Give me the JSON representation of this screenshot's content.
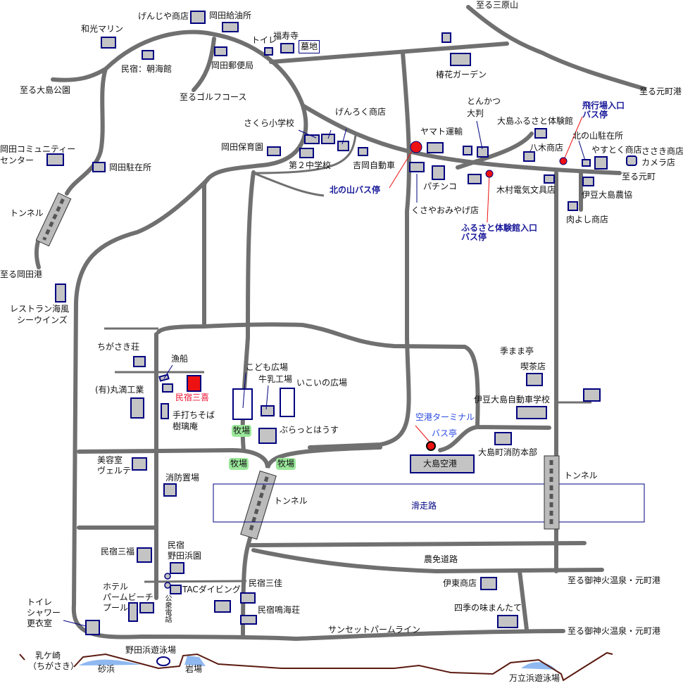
{
  "colors": {
    "road": "#707070",
    "building_fill": "#c4c4c4",
    "building_border": "#000080",
    "bus_stop": "#ee1111",
    "coast": "#5a1a10",
    "water": "#8fb8f0",
    "pasture": "#9be89b"
  },
  "labels": {
    "to_mihara": "至る三原山",
    "genjiya": "げんじや商店",
    "okada_gas": "岡田給油所",
    "wako_marine": "和光マリン",
    "toilet_top": "トイレ",
    "fukujuji": "福寿寺",
    "cemetery": "墓地",
    "choukaikan": "民宿：朝海館",
    "to_oshima_park": "至る大島公園",
    "okada_post": "岡田郵便局",
    "tsubaki_garden": "椿花ガーデン",
    "to_motomachi_port": "至る元町港",
    "to_golf": "至るゴルフコース",
    "tonkatsu_1": "とんかつ",
    "tonkatsu_2": "大判",
    "airport_entrance_1": "飛行場入口",
    "airport_entrance_2": "バス停",
    "genroku": "げんろく商店",
    "sakura_school": "さくら小学校",
    "furusato_hall": "大島ふるさと体験館",
    "yamato": "ヤマト運輸",
    "kitanoyama_police": "北の山駐在所",
    "okada_nursery": "岡田保育園",
    "yagi": "八木商店",
    "yasutoku": "やすとく商店",
    "sasaki_1": "ささき商店",
    "sasaki_2": "カメラ店",
    "community_1": "岡田コミュニティー",
    "community_2": "センター",
    "second_jhs": "第２中学校",
    "yoshioka_auto": "吉岡自動車",
    "okada_police": "岡田駐在所",
    "to_motomachi": "至る元町",
    "pachinko": "パチンコ",
    "kimura": "木村電気文具店",
    "kitanoyama_bus": "北の山バス停",
    "izu_oshima_ja": "伊豆大島農協",
    "tunnel_nw": "トンネル",
    "kusaya": "くさやおみやげ店",
    "nikuyoshi": "肉よし商店",
    "furusato_bus_1": "ふるさと体験館入口",
    "furusato_bus_2": "バス停",
    "to_okada_port": "至る岡田港",
    "restaurant_1": "レストラン海風",
    "restaurant_2": "シーウインズ",
    "kimamatei": "季まま亭",
    "chigasaki_so": "ちがさき荘",
    "fishing_boat": "漁船",
    "cafe": "喫茶店",
    "kids_plaza": "こども広場",
    "milk_factory": "牛乳工場",
    "ikoi_plaza": "いこいの広場",
    "marumitsu": "(有)丸満工業",
    "minshuku_sanki": "民宿三喜",
    "driving_school": "伊豆大島自動車学校",
    "soba_1": "手打ちそば",
    "soba_2": "樹璃庵",
    "airport_terminal": "空港ターミナル",
    "bus_stop_airport": "バス亭",
    "pasture_1": "牧場",
    "burattohouse": "ぶらっとはうす",
    "fire_hq": "大島町消防本部",
    "salon_1": "美容室",
    "salon_2": "ヴェルテ",
    "pasture_2": "牧場",
    "pasture_3": "牧場",
    "oshima_airport": "大島空港",
    "tunnel_east": "トンネル",
    "fire_station": "消防置場",
    "tunnel_mid": "トンネル",
    "runway": "滑走路",
    "minshuku_sanpuku": "民宿三福",
    "nodahamaen_1": "民宿",
    "nodahamaen_2": "野田浜園",
    "nomen_road": "農免道路",
    "hotel_1": "ホテル",
    "hotel_2": "パームビーチ",
    "hotel_3": "プール",
    "tac_diving": "TACダイビング",
    "ito_shop": "伊東商店",
    "minshuku_sanka": "民宿三佳",
    "to_gojinka_1": "至る御神火温泉・元町港",
    "public_phone": "公衆電話",
    "toilet_1": "トイレ",
    "toilet_2": "シャワー",
    "toilet_3": "更衣室",
    "narumiso": "民宿鳴海荘",
    "shiki_mantate": "四季の味まんたて",
    "sunset_line": "サンセットパームライン",
    "to_gojinka_2": "至る御神火温泉・元町港",
    "nodahama_beach": "野田浜遊泳場",
    "chigasaki_1": "乳ケ崎",
    "chigasaki_2": "（ちがさき）",
    "sand_beach": "砂浜",
    "rocks": "岩場",
    "mandachi_beach": "万立浜遊泳場"
  }
}
